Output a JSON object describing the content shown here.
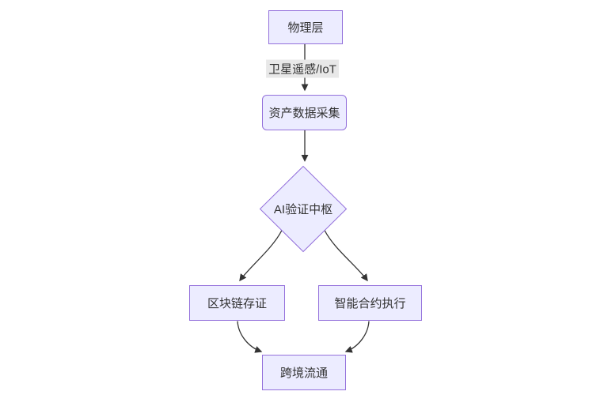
{
  "diagram": {
    "type": "flowchart",
    "direction": "top-down",
    "nodes": {
      "physical_layer": {
        "label": "物理层",
        "shape": "rectangle"
      },
      "asset_data_collection": {
        "label": "资产数据采集",
        "shape": "rounded-rectangle"
      },
      "ai_verification_hub": {
        "label": "AI验证中枢",
        "shape": "diamond"
      },
      "blockchain_evidence": {
        "label": "区块链存证",
        "shape": "rectangle"
      },
      "smart_contract_execution": {
        "label": "智能合约执行",
        "shape": "rectangle"
      },
      "cross_border_circulation": {
        "label": "跨境流通",
        "shape": "rectangle"
      }
    },
    "edges": [
      {
        "from": "physical_layer",
        "to": "asset_data_collection",
        "label": "卫星遥感/IoT"
      },
      {
        "from": "asset_data_collection",
        "to": "ai_verification_hub",
        "label": ""
      },
      {
        "from": "ai_verification_hub",
        "to": "blockchain_evidence",
        "label": ""
      },
      {
        "from": "ai_verification_hub",
        "to": "smart_contract_execution",
        "label": ""
      },
      {
        "from": "blockchain_evidence",
        "to": "cross_border_circulation",
        "label": ""
      },
      {
        "from": "smart_contract_execution",
        "to": "cross_border_circulation",
        "label": ""
      }
    ],
    "colors": {
      "node_fill": "#ECECFF",
      "node_border": "#9370DB",
      "edge_stroke": "#333333",
      "edge_label_bg": "#e8e8e8",
      "text": "#333333",
      "background": "#ffffff"
    }
  }
}
